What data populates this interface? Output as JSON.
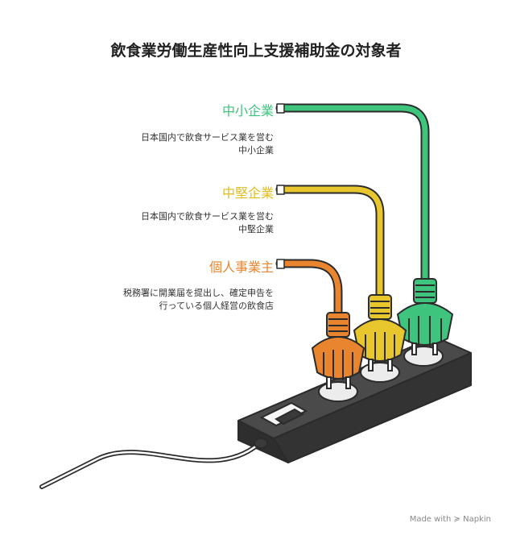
{
  "title": "飲食業労働生産性向上支援補助金の対象者",
  "items": [
    {
      "label": "中小企業",
      "desc1": "日本国内で飲食サービス業を営む",
      "desc2": "中小企業",
      "color": "#3ec47d"
    },
    {
      "label": "中堅企業",
      "desc1": "日本国内で飲食サービス業を営む",
      "desc2": "中堅企業",
      "color": "#e8c62e"
    },
    {
      "label": "個人事業主",
      "desc1": "税務署に開業届を提出し、確定申告を",
      "desc2": "行っている個人経営の飲食店",
      "color": "#e8852e"
    }
  ],
  "footer": {
    "made_with": "Made with",
    "brand": "Napkin"
  }
}
